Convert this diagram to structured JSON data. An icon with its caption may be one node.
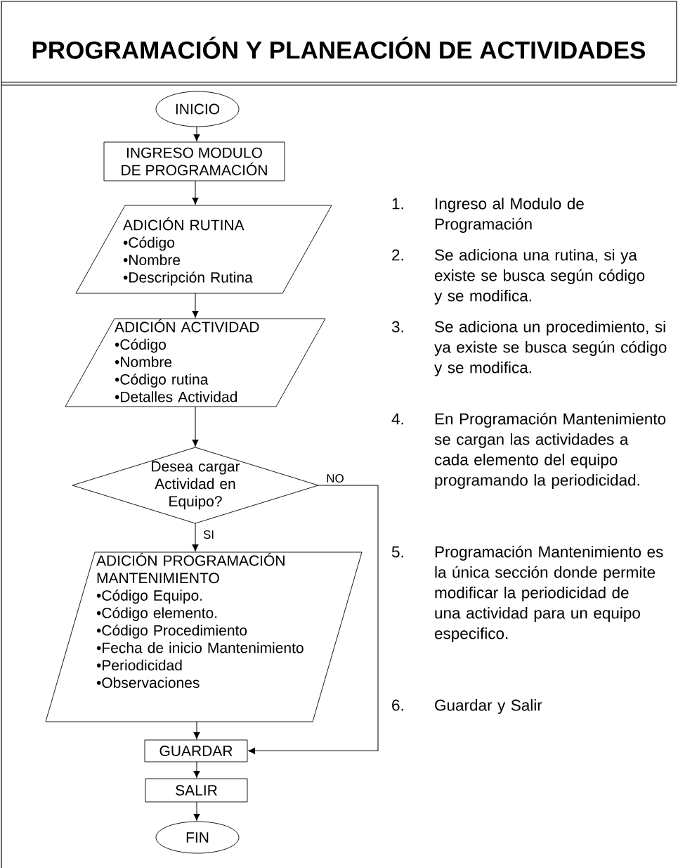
{
  "diagram": {
    "title": "PROGRAMACIÓN Y PLANEACIÓN DE ACTIVIDADES",
    "nodes": [
      {
        "text": [
          "INICIO"
        ]
      },
      {
        "text": [
          "INGRESO MODULO DE PROGRAMACIÓN"
        ]
      },
      {
        "text": [
          "ADICIÓN RUTINA",
          "•Código",
          "•Nombre",
          "•Descripción Rutina"
        ]
      },
      {
        "text": [
          "ADICIÓN ACTIVIDAD",
          "•Código",
          "•Nombre",
          "•Código rutina",
          "•Detalles Actividad"
        ]
      },
      {
        "text": [
          "Desea cargar Actividad en Equipo?"
        ]
      },
      {
        "text": [
          "ADICIÓN PROGRAMACIÓN MANTENIMIENTO",
          "•Código Equipo.",
          "•Código elemento.",
          "•Código Procedimiento",
          "•Fecha de inicio Mantenimiento",
          "•Periodicidad",
          "•Observaciones"
        ]
      },
      {
        "text": [
          "GUARDAR"
        ]
      },
      {
        "text": [
          "SALIR"
        ]
      },
      {
        "text": [
          "FIN"
        ]
      }
    ],
    "edges": [
      {
        "from": 0,
        "to": 1,
        "arrow": "to"
      },
      {
        "from": 1,
        "to": 2,
        "arrow": "to"
      },
      {
        "from": 2,
        "to": 3,
        "arrow": "to"
      },
      {
        "from": 3,
        "to": 4,
        "arrow": "to"
      },
      {
        "from": 4,
        "to": 5,
        "arrow": "to",
        "label": "SI"
      },
      {
        "from": 4,
        "to": 6,
        "arrow": "to",
        "label": "NO"
      },
      {
        "from": 5,
        "to": 6,
        "arrow": "to"
      },
      {
        "from": 6,
        "to": 7,
        "arrow": "to"
      },
      {
        "from": 7,
        "to": 8,
        "arrow": "to"
      }
    ],
    "labels": [
      "1.",
      "Ingreso al Modulo de Programación",
      "2.",
      "Se adiciona una rutina, si ya existe se busca según código y se modifica.",
      "3.",
      "Se adiciona un procedimiento, si ya existe se busca según código y se modifica.",
      "4.",
      "En Programación Mantenimiento se cargan las actividades a cada elemento del equipo programando la periodicidad.",
      "5.",
      "Programación Mantenimiento es la única sección donde permite modificar la periodicidad de una actividad para un equipo especifico.",
      "6.",
      "Guardar y Salir"
    ]
  }
}
